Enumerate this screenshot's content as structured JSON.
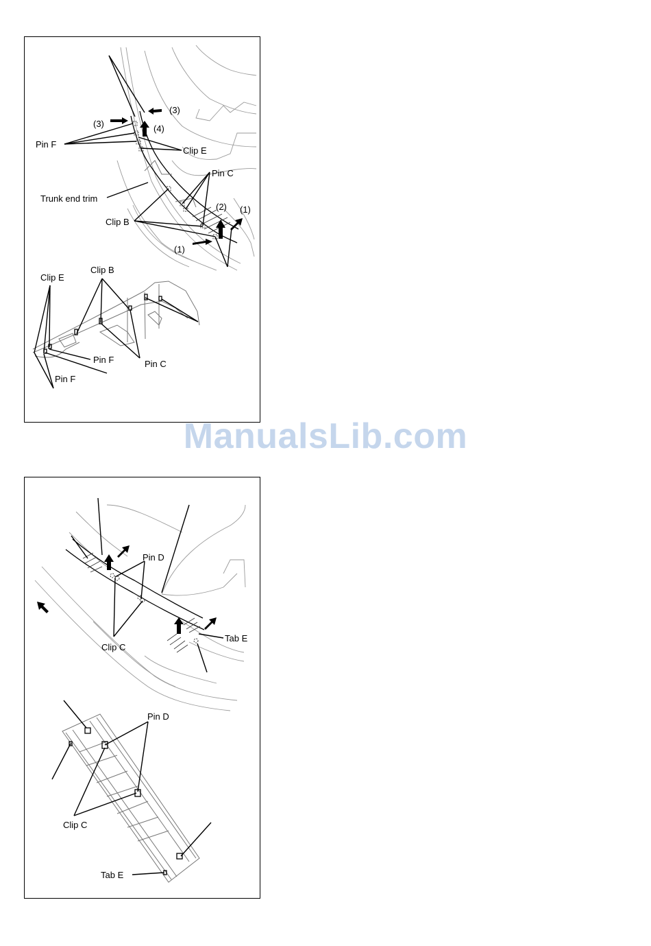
{
  "watermark": "ManualsLib.com",
  "figure1": {
    "labels": {
      "step3_right": "(3)",
      "step3_left": "(3)",
      "step4": "(4)",
      "pin_f": "Pin F",
      "clip_e": "Clip E",
      "pin_c": "Pin C",
      "trunk_end_trim": "Trunk end trim",
      "step2": "(2)",
      "step1_right": "(1)",
      "clip_b": "Clip B",
      "step1_left": "(1)"
    },
    "detail_labels": {
      "clip_e": "Clip E",
      "clip_b": "Clip B",
      "pin_f_1": "Pin F",
      "pin_c": "Pin C",
      "pin_f_2": "Pin F"
    }
  },
  "figure2": {
    "labels": {
      "pin_d": "Pin D",
      "clip_c": "Clip C",
      "tab_e": "Tab E"
    },
    "detail_labels": {
      "pin_d": "Pin D",
      "clip_c": "Clip C",
      "tab_e": "Tab E"
    }
  }
}
